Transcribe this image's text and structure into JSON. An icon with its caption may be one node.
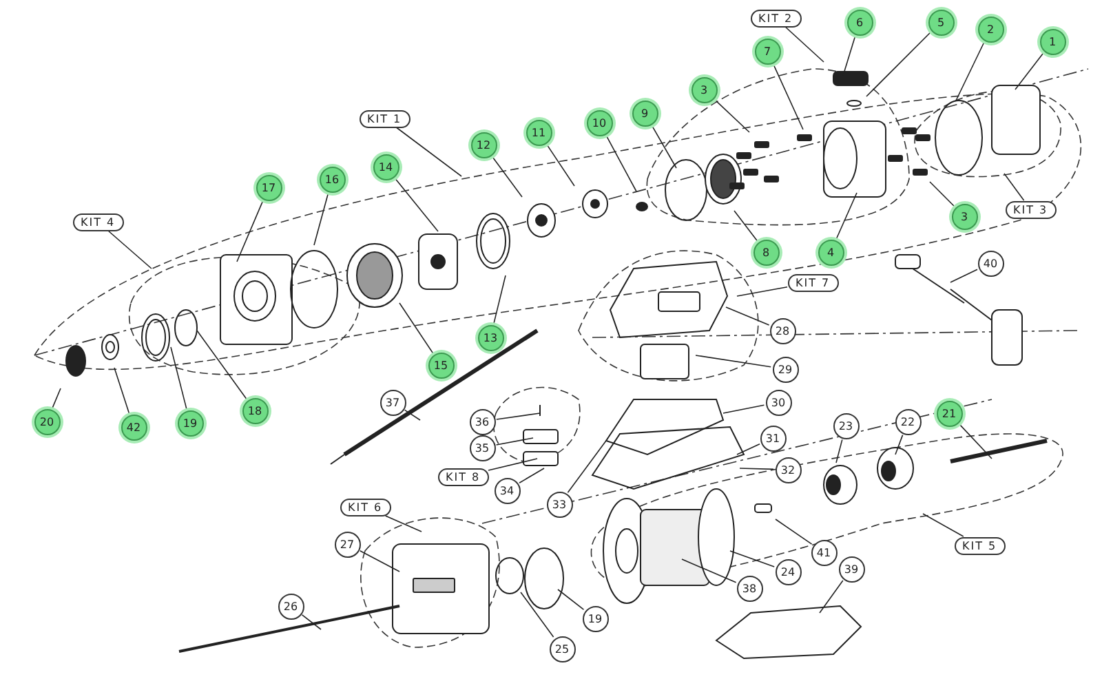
{
  "diagram": {
    "nodes": [
      {
        "text": [
          "KIT 2"
        ]
      },
      {
        "text": [
          "6"
        ]
      },
      {
        "text": [
          "5"
        ]
      },
      {
        "text": [
          "2"
        ]
      },
      {
        "text": [
          "1"
        ]
      },
      {
        "text": [
          "7"
        ]
      },
      {
        "text": [
          "3"
        ]
      },
      {
        "text": [
          "9"
        ]
      },
      {
        "text": [
          "10"
        ]
      },
      {
        "text": [
          "11"
        ]
      },
      {
        "text": [
          "KIT 1"
        ]
      },
      {
        "text": [
          "12"
        ]
      },
      {
        "text": [
          "14"
        ]
      },
      {
        "text": [
          "16"
        ]
      },
      {
        "text": [
          "17"
        ]
      },
      {
        "text": [
          "KIT 4"
        ]
      },
      {
        "text": [
          "8"
        ]
      },
      {
        "text": [
          "4"
        ]
      },
      {
        "text": [
          "3"
        ]
      },
      {
        "text": [
          "KIT 3"
        ]
      },
      {
        "text": [
          "40"
        ]
      },
      {
        "text": [
          "KIT 7"
        ]
      },
      {
        "text": [
          "28"
        ]
      },
      {
        "text": [
          "13"
        ]
      },
      {
        "text": [
          "15"
        ]
      },
      {
        "text": [
          "29"
        ]
      },
      {
        "text": [
          "18"
        ]
      },
      {
        "text": [
          "19"
        ]
      },
      {
        "text": [
          "42"
        ]
      },
      {
        "text": [
          "20"
        ]
      },
      {
        "text": [
          "21"
        ]
      },
      {
        "text": [
          "37"
        ]
      },
      {
        "text": [
          "30"
        ]
      },
      {
        "text": [
          "36"
        ]
      },
      {
        "text": [
          "35"
        ]
      },
      {
        "text": [
          "31"
        ]
      },
      {
        "text": [
          "22"
        ]
      },
      {
        "text": [
          "23"
        ]
      },
      {
        "text": [
          "KIT 8"
        ]
      },
      {
        "text": [
          "32"
        ]
      },
      {
        "text": [
          "34"
        ]
      },
      {
        "text": [
          "33"
        ]
      },
      {
        "text": [
          "KIT 6"
        ]
      },
      {
        "text": [
          "41"
        ]
      },
      {
        "text": [
          "KIT 5"
        ]
      },
      {
        "text": [
          "27"
        ]
      },
      {
        "text": [
          "24"
        ]
      },
      {
        "text": [
          "39"
        ]
      },
      {
        "text": [
          "38"
        ]
      },
      {
        "text": [
          "19"
        ]
      },
      {
        "text": [
          "26"
        ]
      },
      {
        "text": [
          "25"
        ]
      }
    ],
    "edges": [
      {
        "from": 0,
        "to": null,
        "arrow": "none"
      },
      {
        "from": 1,
        "to": null,
        "arrow": "none"
      },
      {
        "from": 2,
        "to": null,
        "arrow": "none"
      },
      {
        "from": 3,
        "to": null,
        "arrow": "none"
      },
      {
        "from": 4,
        "to": null,
        "arrow": "none"
      },
      {
        "from": 5,
        "to": null,
        "arrow": "none"
      },
      {
        "from": 6,
        "to": null,
        "arrow": "none"
      },
      {
        "from": 7,
        "to": null,
        "arrow": "none"
      },
      {
        "from": 8,
        "to": null,
        "arrow": "none"
      },
      {
        "from": 9,
        "to": null,
        "arrow": "none"
      },
      {
        "from": 10,
        "to": null,
        "arrow": "none"
      },
      {
        "from": 11,
        "to": null,
        "arrow": "none"
      },
      {
        "from": 12,
        "to": null,
        "arrow": "none"
      },
      {
        "from": 13,
        "to": null,
        "arrow": "none"
      },
      {
        "from": 14,
        "to": null,
        "arrow": "none"
      },
      {
        "from": 15,
        "to": null,
        "arrow": "none"
      },
      {
        "from": 16,
        "to": null,
        "arrow": "none"
      },
      {
        "from": 17,
        "to": null,
        "arrow": "none"
      },
      {
        "from": 18,
        "to": null,
        "arrow": "none"
      },
      {
        "from": 19,
        "to": null,
        "arrow": "none"
      },
      {
        "from": 20,
        "to": null,
        "arrow": "none"
      },
      {
        "from": 21,
        "to": null,
        "arrow": "none"
      },
      {
        "from": 22,
        "to": null,
        "arrow": "none"
      },
      {
        "from": 23,
        "to": null,
        "arrow": "none"
      },
      {
        "from": 24,
        "to": null,
        "arrow": "none"
      },
      {
        "from": 25,
        "to": null,
        "arrow": "none"
      },
      {
        "from": 26,
        "to": null,
        "arrow": "none"
      },
      {
        "from": 27,
        "to": null,
        "arrow": "none"
      },
      {
        "from": 28,
        "to": null,
        "arrow": "none"
      },
      {
        "from": 29,
        "to": null,
        "arrow": "none"
      },
      {
        "from": 30,
        "to": null,
        "arrow": "none"
      },
      {
        "from": 31,
        "to": null,
        "arrow": "none"
      },
      {
        "from": 32,
        "to": null,
        "arrow": "none"
      },
      {
        "from": 33,
        "to": null,
        "arrow": "none"
      },
      {
        "from": 34,
        "to": null,
        "arrow": "none"
      },
      {
        "from": 35,
        "to": null,
        "arrow": "none"
      },
      {
        "from": 36,
        "to": null,
        "arrow": "none"
      },
      {
        "from": 37,
        "to": null,
        "arrow": "none"
      },
      {
        "from": 38,
        "to": null,
        "arrow": "none"
      },
      {
        "from": 39,
        "to": null,
        "arrow": "none"
      },
      {
        "from": 40,
        "to": null,
        "arrow": "none"
      },
      {
        "from": 41,
        "to": null,
        "arrow": "none"
      },
      {
        "from": 42,
        "to": null,
        "arrow": "none"
      },
      {
        "from": 43,
        "to": null,
        "arrow": "none"
      },
      {
        "from": 44,
        "to": null,
        "arrow": "none"
      },
      {
        "from": 45,
        "to": null,
        "arrow": "none"
      },
      {
        "from": 46,
        "to": null,
        "arrow": "none"
      },
      {
        "from": 47,
        "to": null,
        "arrow": "none"
      },
      {
        "from": 48,
        "to": null,
        "arrow": "none"
      },
      {
        "from": 49,
        "to": null,
        "arrow": "none"
      },
      {
        "from": 50,
        "to": null,
        "arrow": "none"
      },
      {
        "from": 51,
        "to": null,
        "arrow": "none"
      }
    ]
  }
}
